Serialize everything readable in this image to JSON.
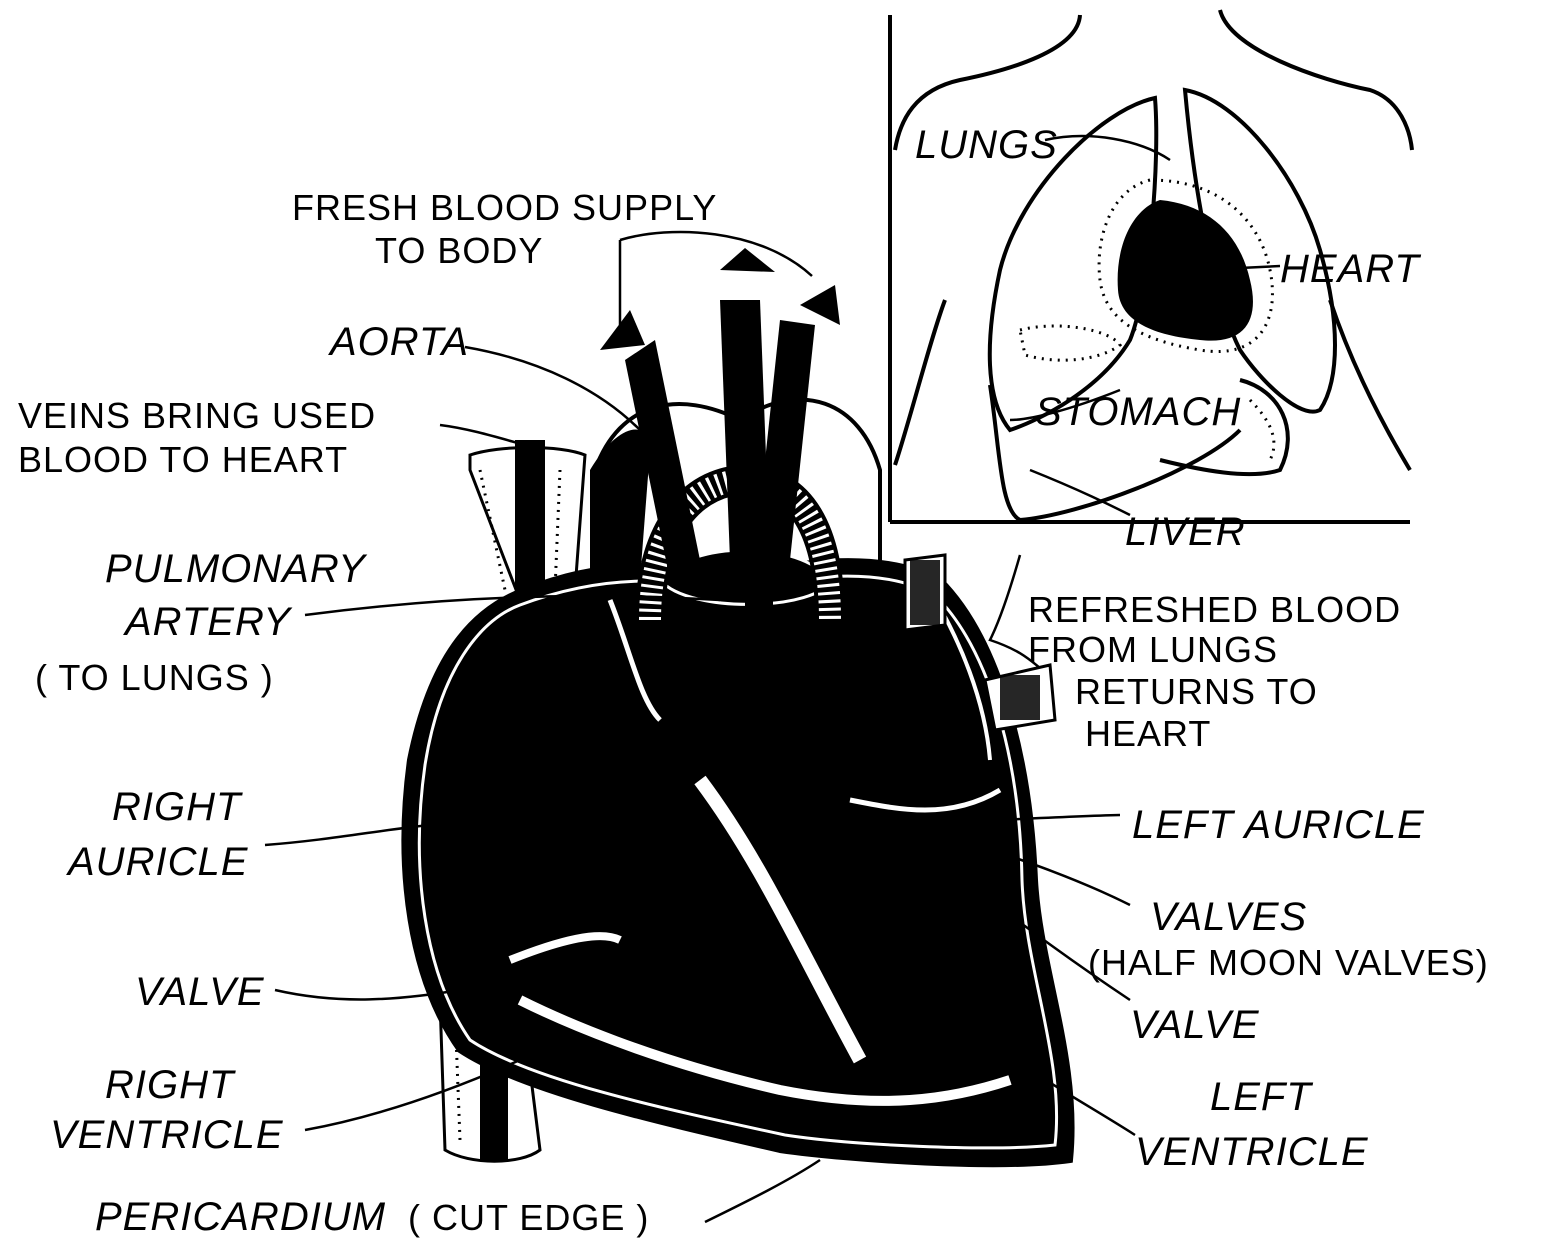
{
  "inset": {
    "lungs": "LUNGS",
    "heart": "HEART",
    "stomach": "STOMACH",
    "liver": "LIVER"
  },
  "labels": {
    "fresh_blood_1": "FRESH BLOOD SUPPLY",
    "fresh_blood_2": "TO BODY",
    "aorta": "AORTA",
    "veins_1": "VEINS BRING USED",
    "veins_2": "BLOOD TO HEART",
    "pulmonary_1": "PULMONARY",
    "pulmonary_2": "ARTERY",
    "pulmonary_3": "( TO LUNGS )",
    "refreshed_1": "REFRESHED BLOOD",
    "refreshed_2": "FROM LUNGS",
    "refreshed_3": "RETURNS TO",
    "refreshed_4": "HEART",
    "right_auricle_1": "RIGHT",
    "right_auricle_2": "AURICLE",
    "left_auricle": "LEFT AURICLE",
    "valves_1": "VALVES",
    "valves_2": "(HALF MOON VALVES)",
    "valve_left": "VALVE",
    "valve_right": "VALVE",
    "right_ventricle_1": "RIGHT",
    "right_ventricle_2": "VENTRICLE",
    "left_ventricle_1": "LEFT",
    "left_ventricle_2": "VENTRICLE",
    "pericardium": "PERICARDIUM",
    "pericardium_note": "( CUT EDGE )"
  }
}
